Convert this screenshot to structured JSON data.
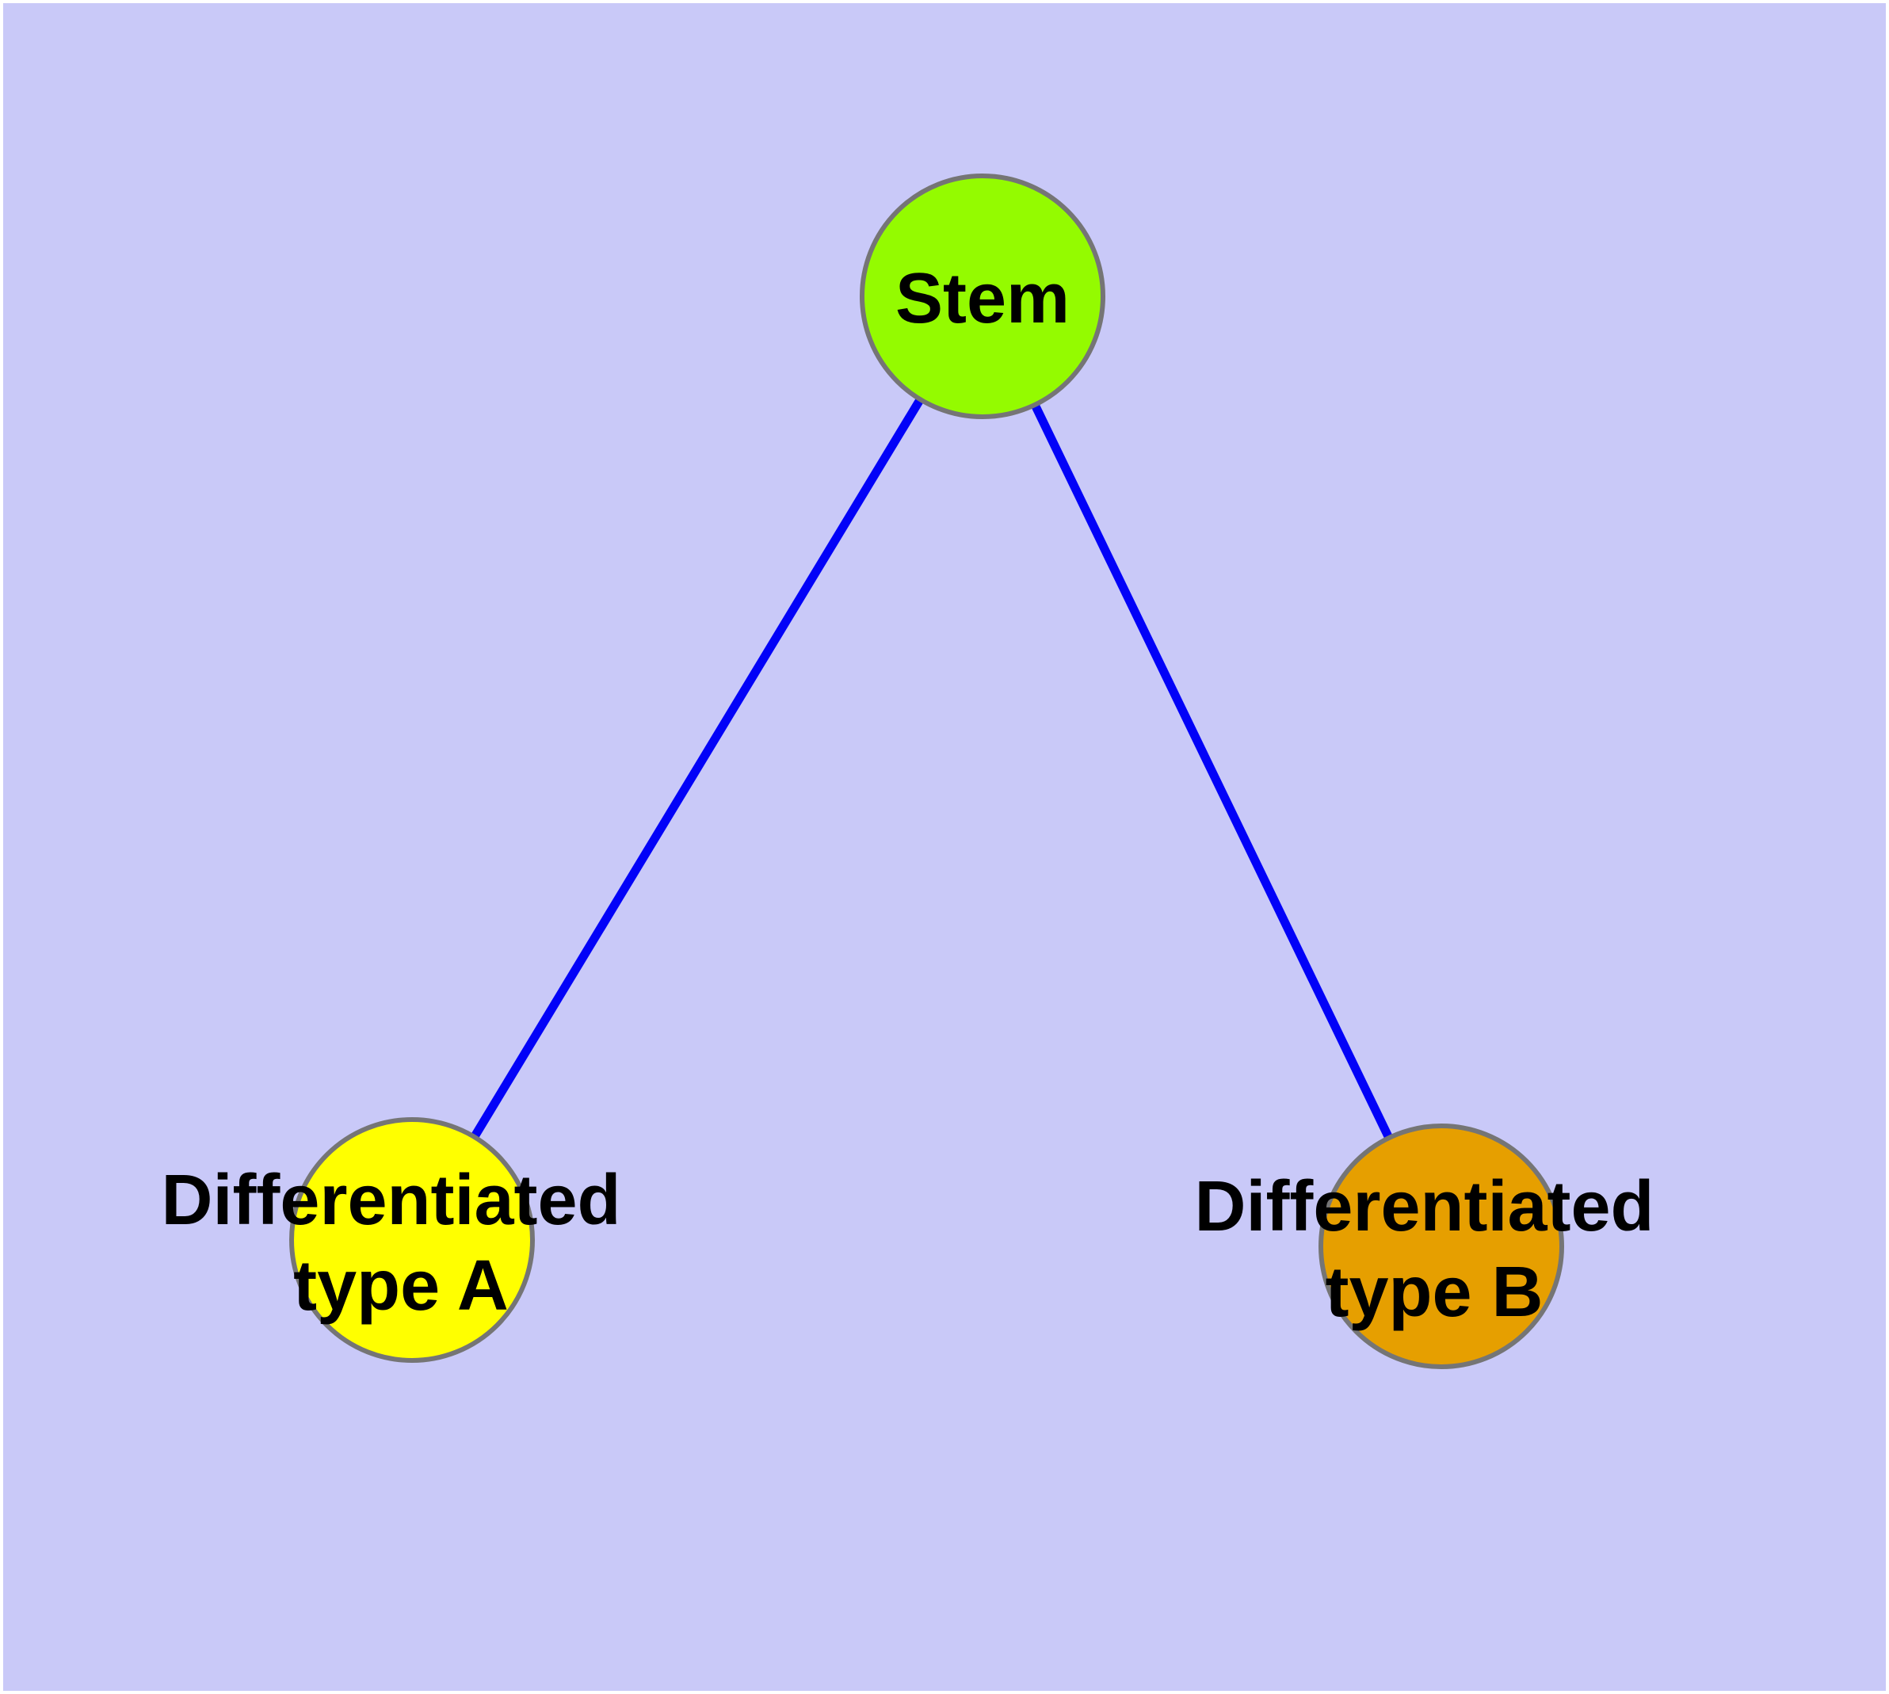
{
  "diagram": {
    "type": "node-link-graph",
    "background_color": "#c9c9f8",
    "frame_color": "#ffffff",
    "edge_color": "#0202f8",
    "node_border_color": "#757575",
    "label_color": "#000000",
    "nodes": [
      {
        "id": "stem",
        "label": "Stem",
        "color": "#94fb00"
      },
      {
        "id": "differentiated-type-a",
        "label_line1": "Differentiated",
        "label_line2": "type A",
        "color": "#ffff00"
      },
      {
        "id": "differentiated-type-b",
        "label_line1": "Differentiated",
        "label_line2": "type B",
        "color": "#e69f00"
      }
    ],
    "edges": [
      {
        "from": "Stem",
        "to": "Differentiated type A"
      },
      {
        "from": "Stem",
        "to": "Differentiated type B"
      }
    ]
  }
}
